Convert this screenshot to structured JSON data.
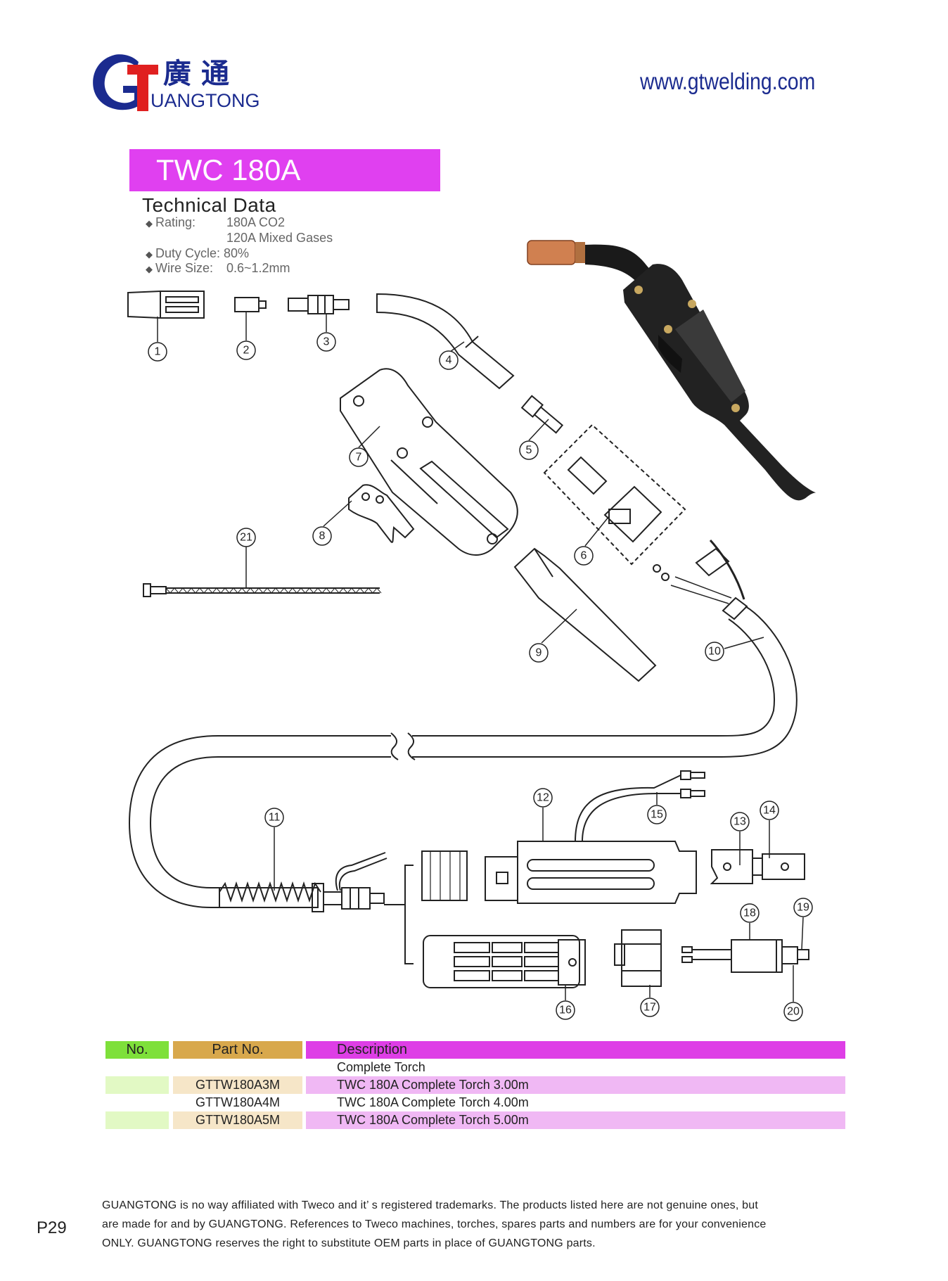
{
  "header": {
    "logo_chinese": "廣通",
    "logo_english": "UANGTONG",
    "website": "www.gtwelding.com",
    "colors": {
      "brand_blue": "#1b2b8f",
      "title_magenta": "#e040f0"
    }
  },
  "title": "TWC 180A",
  "technical": {
    "heading": "Technical Data",
    "rating_label": "Rating:",
    "rating_value_1": "180A  CO2",
    "rating_value_2": "120A  Mixed Gases",
    "duty_cycle": "Duty Cycle: 80%",
    "wire_size_label": "Wire Size:",
    "wire_size_value": "0.6~1.2mm"
  },
  "diagram_labels": [
    "1",
    "2",
    "3",
    "4",
    "5",
    "6",
    "7",
    "8",
    "9",
    "10",
    "11",
    "12",
    "13",
    "14",
    "15",
    "16",
    "17",
    "18",
    "19",
    "20",
    "21"
  ],
  "table": {
    "headers": {
      "no": "No.",
      "part": "Part No.",
      "desc": "Description"
    },
    "rows": [
      {
        "no": "",
        "part": "",
        "desc": "Complete Torch"
      },
      {
        "no": "",
        "part": "GTTW180A3M",
        "desc": "TWC 180A Complete Torch 3.00m"
      },
      {
        "no": "",
        "part": "GTTW180A4M",
        "desc": "TWC 180A Complete Torch 4.00m"
      },
      {
        "no": "",
        "part": "GTTW180A5M",
        "desc": "TWC 180A Complete Torch 5.00m"
      }
    ]
  },
  "disclaimer": {
    "line1": "GUANGTONG is no way affiliated with Tweco and it’ s registered trademarks. The products listed here are not genuine ones, but",
    "line2": "are made for and by GUANGTONG. References to Tweco machines, torches, spares parts and numbers are for your convenience",
    "line3": "ONLY. GUANGTONG reserves the right to substitute OEM parts in place of GUANGTONG parts."
  },
  "page_number": "P29"
}
